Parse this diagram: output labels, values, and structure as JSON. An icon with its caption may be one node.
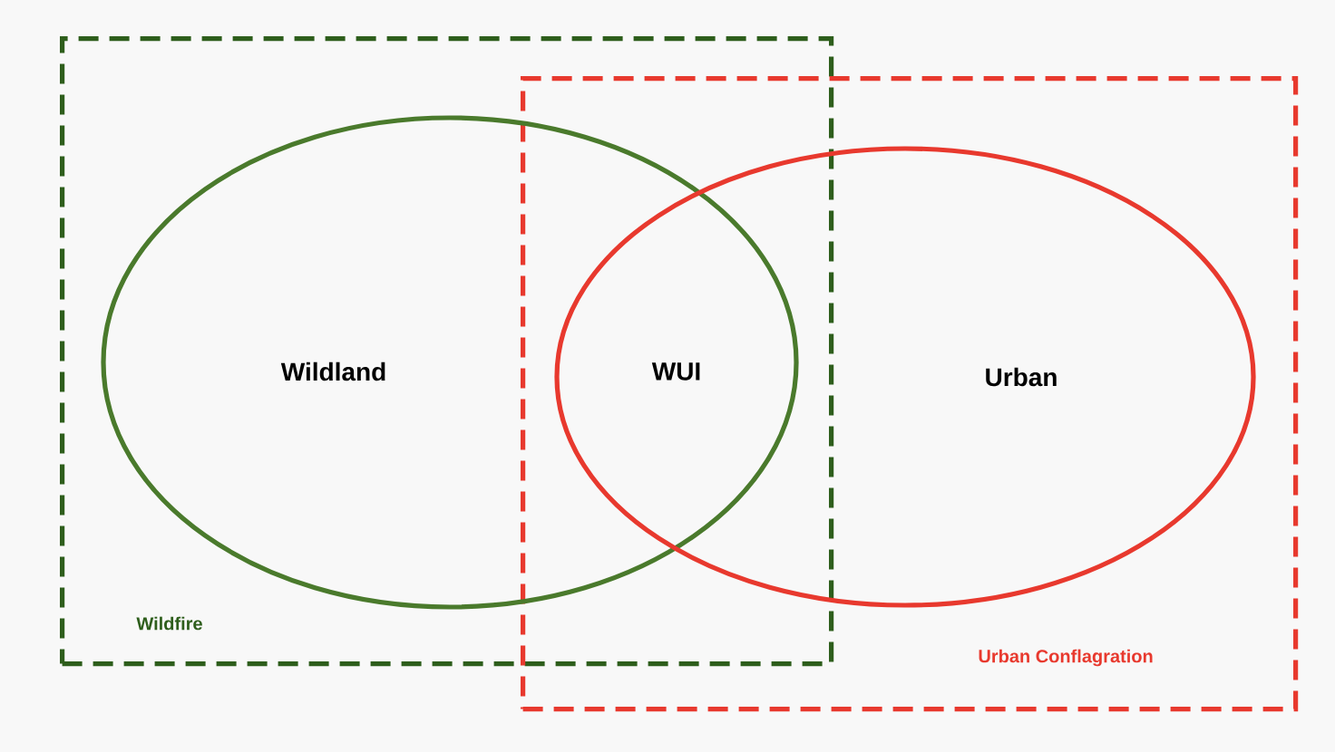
{
  "diagram": {
    "nodes": [
      {
        "text": [
          "Wildfire"
        ]
      },
      {
        "text": [
          "Urban Conflagration"
        ]
      },
      {
        "text": [
          "Wildland"
        ],
        "in": 0
      },
      {
        "text": [
          "Urban"
        ],
        "in": 1
      }
    ],
    "labels": [
      "WUI"
    ]
  }
}
